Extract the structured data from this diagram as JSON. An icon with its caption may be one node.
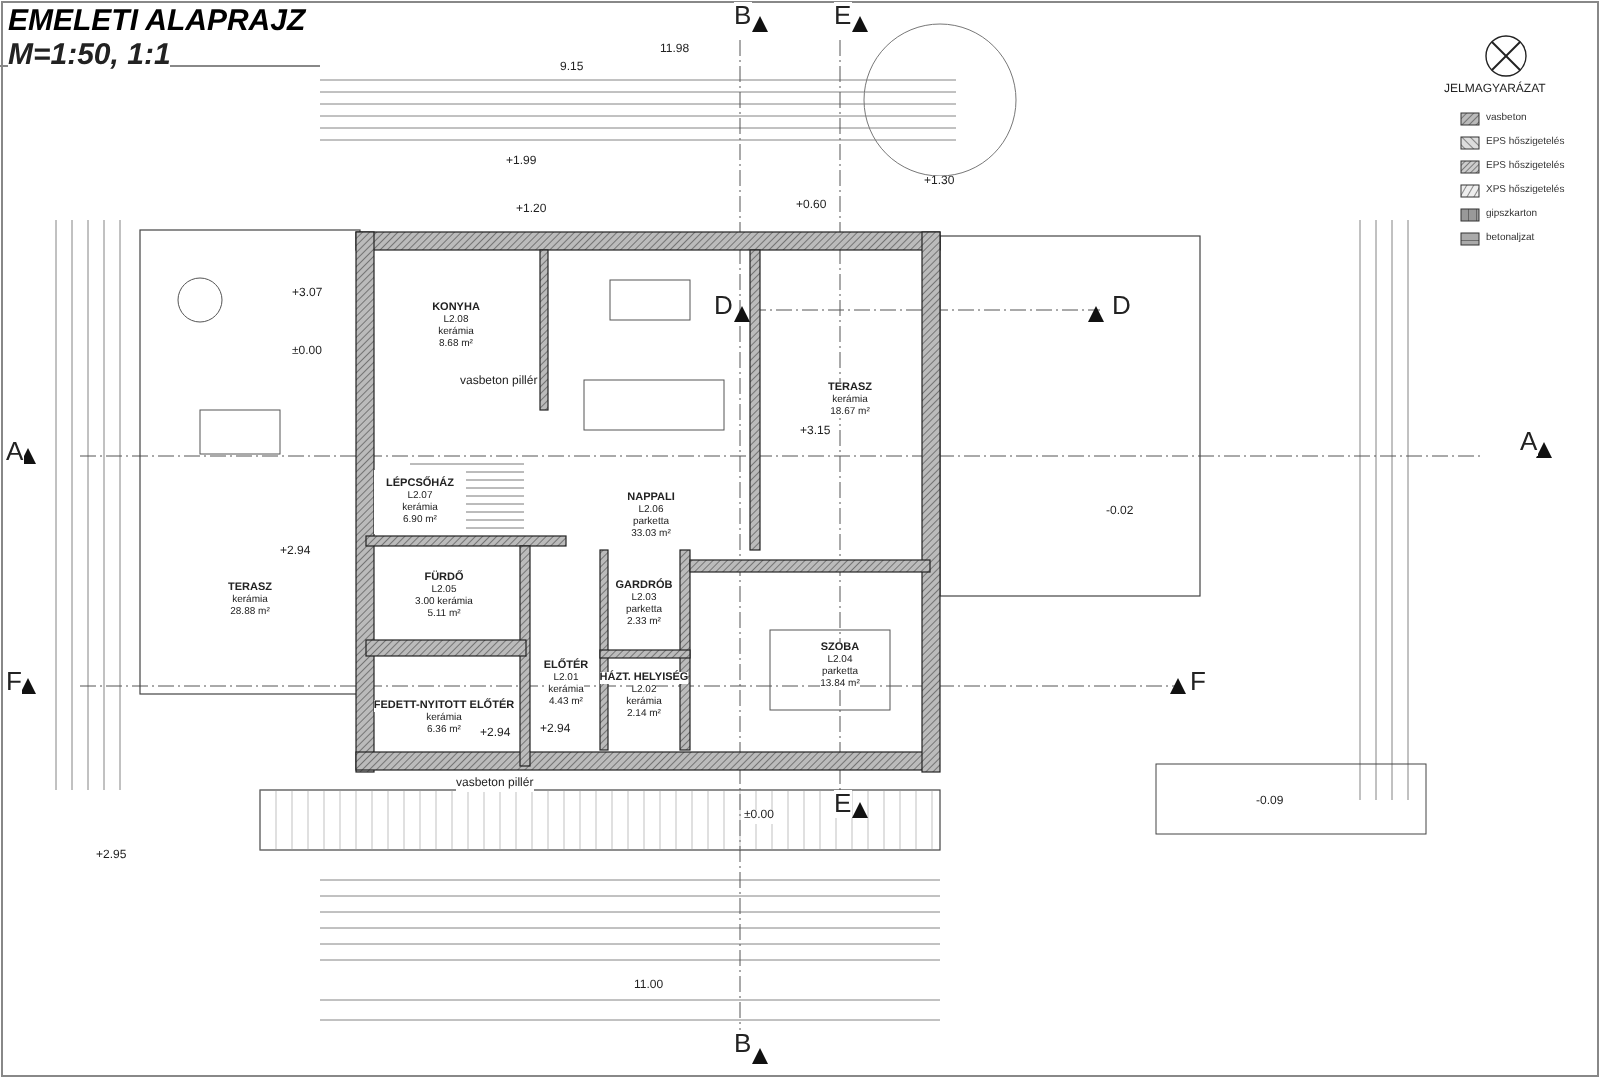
{
  "diagram": {
    "title": "EMELETI ALAPRAJZ",
    "nodes": [
      {
        "text": [
          "TERASZ",
          "kerámia",
          "28.88 m²"
        ]
      },
      {
        "text": [
          "KONYHA",
          "L2.08",
          "kerámia",
          "8.68 m²"
        ]
      },
      {
        "text": [
          "NAPPALI",
          "L2.06",
          "parketta",
          "33.03 m²"
        ]
      },
      {
        "text": [
          "TERASZ",
          "kerámia",
          "18.67 m²"
        ]
      },
      {
        "text": [
          "LÉPCSŐHÁZ",
          "L2.07",
          "kerámia",
          "6.90 m²"
        ]
      },
      {
        "text": [
          "FÜRDŐ",
          "L2.05",
          "3.00 kerámia",
          "5.11 m²"
        ]
      },
      {
        "text": [
          "GARDRÓB",
          "L2.03",
          "parketta",
          "2.33 m²"
        ]
      },
      {
        "text": [
          "SZOBA",
          "L2.04",
          "parketta",
          "13.84 m²"
        ]
      },
      {
        "text": [
          "ELŐTÉR",
          "L2.01",
          "kerámia",
          "4.43 m²"
        ]
      },
      {
        "text": [
          "HÁZT. HELYISÉG",
          "L2.02",
          "kerámia",
          "2.14 m²"
        ]
      },
      {
        "text": [
          "FEDETT-NYITOTT ELŐTÉR",
          "kerámia",
          "6.36 m²"
        ]
      }
    ],
    "labels": [
      "M=1:50, 1:1",
      "11.98",
      "9.15",
      "+1.99",
      "+1.20",
      "+0.60",
      "+1.30",
      "+3.07",
      "±0.00",
      "+2.94",
      "+3.15",
      "-0.02",
      "+2.94",
      "+2.94",
      "±0.00",
      "-0.09",
      "+2.95",
      "vasbeton pillér",
      "vasbeton pillér",
      "A",
      "A",
      "B",
      "B",
      "E",
      "E",
      "D",
      "D",
      "F",
      "F",
      "11.00",
      "JELMAGYARÁZAT"
    ],
    "legend": [
      {
        "text": "vasbeton"
      },
      {
        "text": "EPS hőszigetelés"
      },
      {
        "text": "EPS hőszigetelés"
      },
      {
        "text": "XPS hőszigetelés"
      },
      {
        "text": "gipszkarton"
      },
      {
        "text": "betonaljzat"
      }
    ]
  }
}
